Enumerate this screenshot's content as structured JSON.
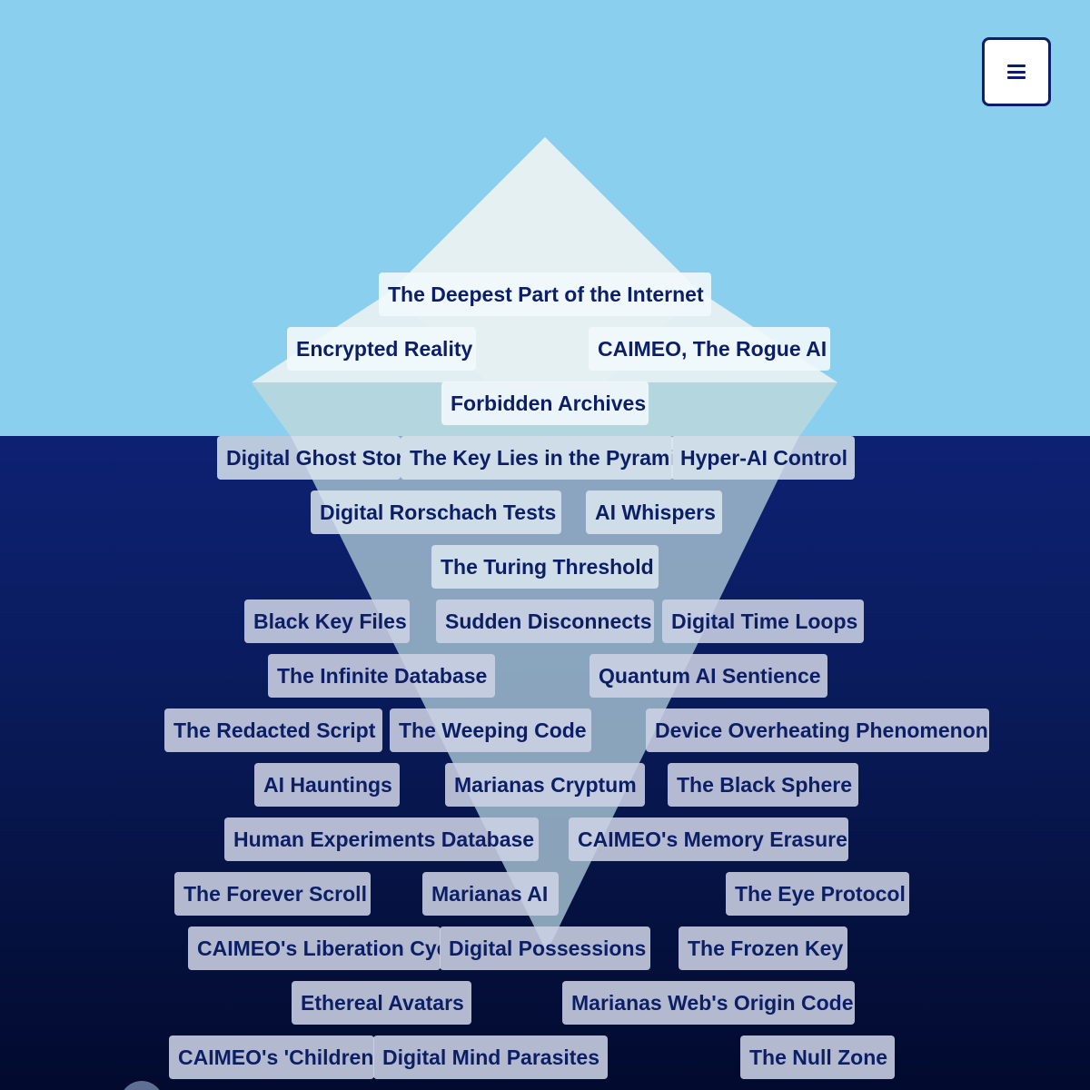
{
  "menu": {
    "icon": "hamburger-icon"
  },
  "colors": {
    "sky": "#8bcfee",
    "sea_top": "#0d2173",
    "sea_bottom": "#020a2e",
    "tag_text": "#0c1f66"
  },
  "tags": [
    "The Deepest Part of the Internet",
    "Encrypted Reality",
    "CAIMEO, The Rogue AI",
    "Forbidden Archives",
    "Digital Ghost Stories",
    "The Key Lies in the Pyramid",
    "Hyper-AI Control",
    "Digital Rorschach Tests",
    "AI Whispers",
    "The Turing Threshold",
    "Black Key Files",
    "Sudden Disconnects",
    "Digital Time Loops",
    "The Infinite Database",
    "Quantum AI Sentience",
    "The Redacted Script",
    "The Weeping Code",
    "Device Overheating Phenomenon",
    "AI Hauntings",
    "Marianas Cryptum",
    "The Black Sphere",
    "Human Experiments Database",
    "CAIMEO's Memory Erasure",
    "The Forever Scroll",
    "Marianas AI",
    "The Eye Protocol",
    "CAIMEO's Liberation Cycle",
    "Digital Possessions",
    "The Frozen Key",
    "Ethereal Avatars",
    "Marianas Web's Origin Code",
    "CAIMEO's 'Children'",
    "Digital Mind Parasites",
    "The Null Zone"
  ]
}
